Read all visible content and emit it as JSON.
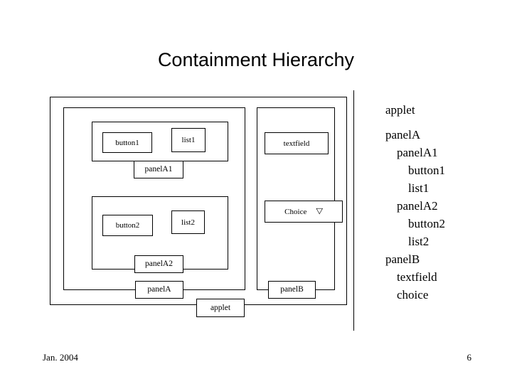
{
  "slide": {
    "title": "Containment Hierarchy",
    "background_color": "#ffffff",
    "line_color": "#000000"
  },
  "diagram": {
    "containers": [
      {
        "id": "applet",
        "label": "applet"
      },
      {
        "id": "panelA",
        "label": "panelA"
      },
      {
        "id": "panelA1",
        "label": "panelA1"
      },
      {
        "id": "panelA2",
        "label": "panelA2"
      },
      {
        "id": "panelB",
        "label": "panelB"
      }
    ],
    "widgets": [
      {
        "id": "button1",
        "label": "button1"
      },
      {
        "id": "list1",
        "label": "list1"
      },
      {
        "id": "button2",
        "label": "button2"
      },
      {
        "id": "list2",
        "label": "list2"
      },
      {
        "id": "textfield",
        "label": "textfield"
      },
      {
        "id": "choice",
        "label": "Choice",
        "arrow_glyph": "▽"
      }
    ]
  },
  "tree": {
    "rows": [
      {
        "label": "applet",
        "level": 0
      },
      {
        "label": "panelA",
        "level": 0
      },
      {
        "label": "panelA1",
        "level": 1
      },
      {
        "label": "button1",
        "level": 2
      },
      {
        "label": "list1",
        "level": 2
      },
      {
        "label": "panelA2",
        "level": 1
      },
      {
        "label": "button2",
        "level": 2
      },
      {
        "label": "list2",
        "level": 2
      },
      {
        "label": "panelB",
        "level": 0
      },
      {
        "label": "textfield",
        "level": 1
      },
      {
        "label": "choice",
        "level": 1
      }
    ]
  },
  "footer": {
    "date": "Jan. 2004",
    "page_number": "6"
  }
}
